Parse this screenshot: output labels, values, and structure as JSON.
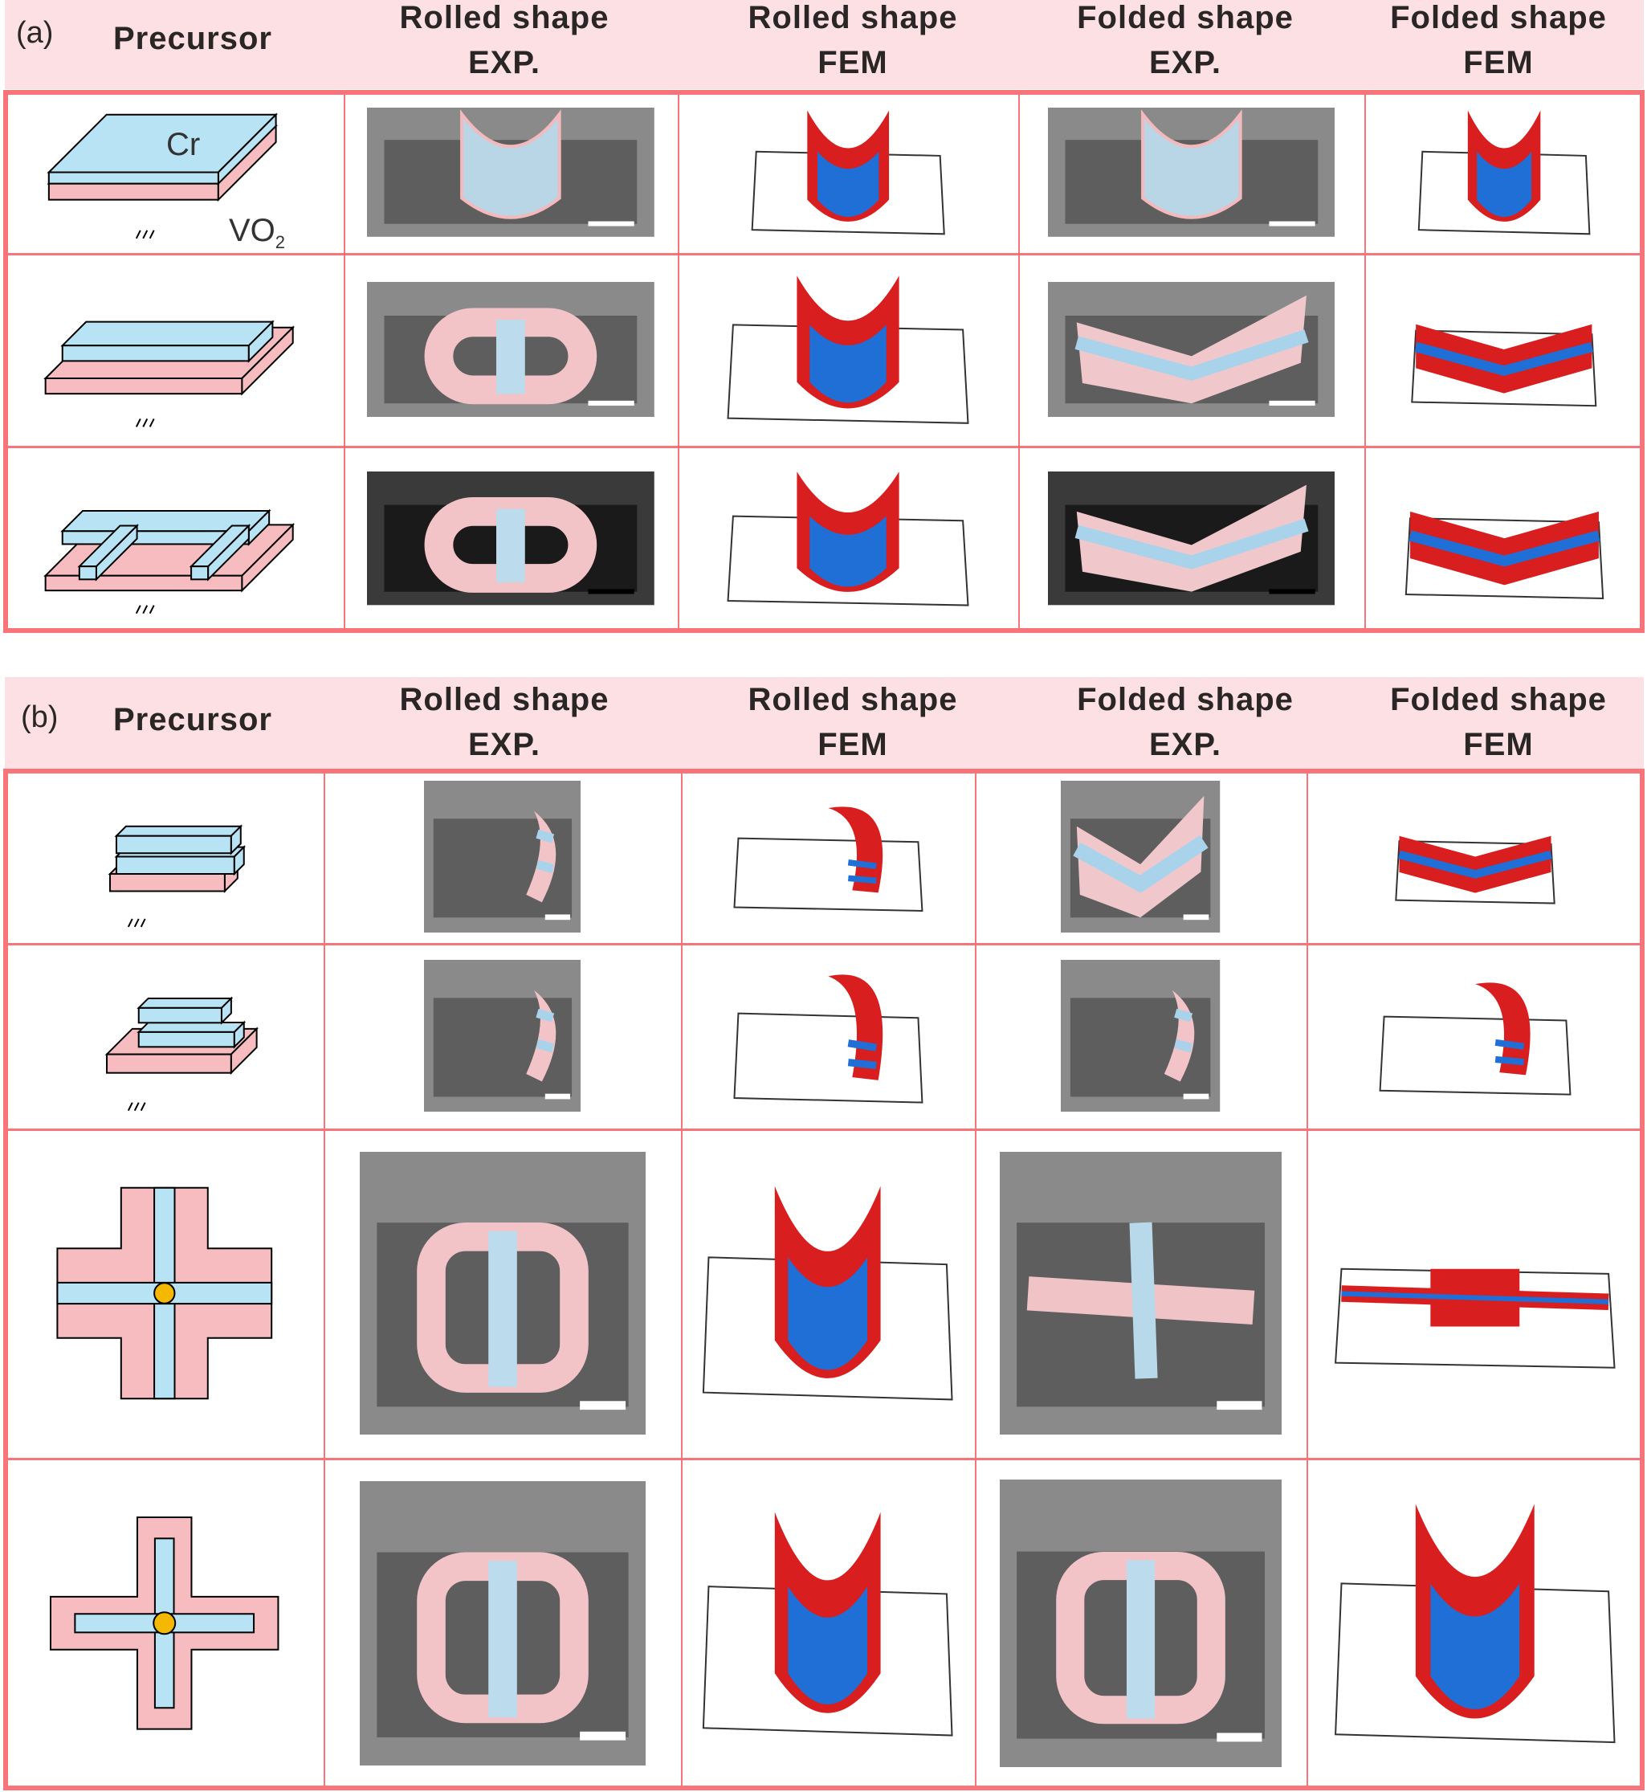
{
  "panels": [
    {
      "label": "(a)",
      "headers": [
        {
          "line1": "Precursor",
          "line2": ""
        },
        {
          "line1": "Rolled shape",
          "line2": "EXP."
        },
        {
          "line1": "Rolled shape",
          "line2": "FEM"
        },
        {
          "line1": "Folded shape",
          "line2": "EXP."
        },
        {
          "line1": "Folded shape",
          "line2": "FEM"
        }
      ],
      "precursor_labels": {
        "top_layer": "Cr",
        "bottom_layer": "VO",
        "bottom_layer_subscript": "2"
      }
    },
    {
      "label": "(b)",
      "headers": [
        {
          "line1": "Precursor",
          "line2": ""
        },
        {
          "line1": "Rolled shape",
          "line2": "EXP."
        },
        {
          "line1": "Rolled shape",
          "line2": "FEM"
        },
        {
          "line1": "Folded shape",
          "line2": "EXP."
        },
        {
          "line1": "Folded shape",
          "line2": "FEM"
        }
      ]
    }
  ],
  "colors": {
    "border": "#f87478",
    "header_bg": "#fde0e4",
    "cr_layer": "#b8e3f5",
    "vo2_layer": "#f6bcbf",
    "fem_red": "#d81e1e",
    "fem_blue": "#1f6fd6",
    "sem_gray": "#6e6e6e",
    "anchor": "#f5b800"
  }
}
